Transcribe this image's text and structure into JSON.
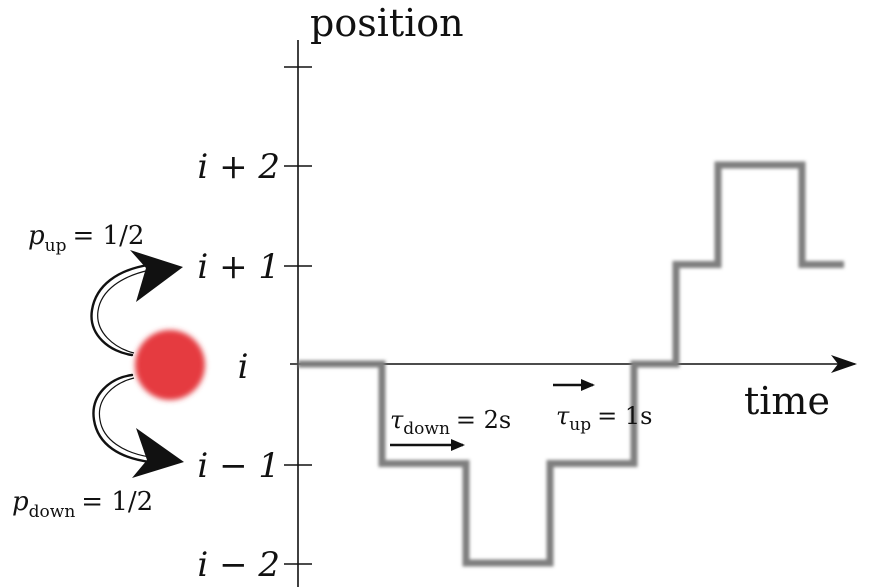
{
  "axes": {
    "y_title": "position",
    "x_title": "time"
  },
  "levels": {
    "up2": "i + 2",
    "up1": "i + 1",
    "zero": "i",
    "down1": "i − 1",
    "down2": "i − 2"
  },
  "probabilities": {
    "up": {
      "symbol": "p",
      "subscript": "up",
      "value": "= 1/2"
    },
    "down": {
      "symbol": "p",
      "subscript": "down",
      "value": "= 1/2"
    }
  },
  "times": {
    "down": {
      "symbol": "τ",
      "subscript": "down",
      "value": "= 2s"
    },
    "up": {
      "symbol": "τ",
      "subscript": "up",
      "value": "= 1s"
    }
  },
  "chart_data": {
    "type": "line",
    "step": true,
    "x": [
      0,
      1,
      1,
      2,
      2,
      3,
      3,
      4,
      4,
      4.5,
      4.5,
      5,
      5,
      6,
      6,
      6.5
    ],
    "y": [
      0,
      0,
      -1,
      -1,
      -2,
      -2,
      -1,
      -1,
      0,
      0,
      1,
      1,
      2,
      2,
      1,
      1
    ],
    "x_label": "time",
    "y_label": "position",
    "y_ticks": [
      "i − 2",
      "i − 1",
      "i",
      "i + 1",
      "i + 2"
    ]
  },
  "colors": {
    "particle": "#e53a3f",
    "trace": "#7f7f7f",
    "axis": "#111111"
  }
}
